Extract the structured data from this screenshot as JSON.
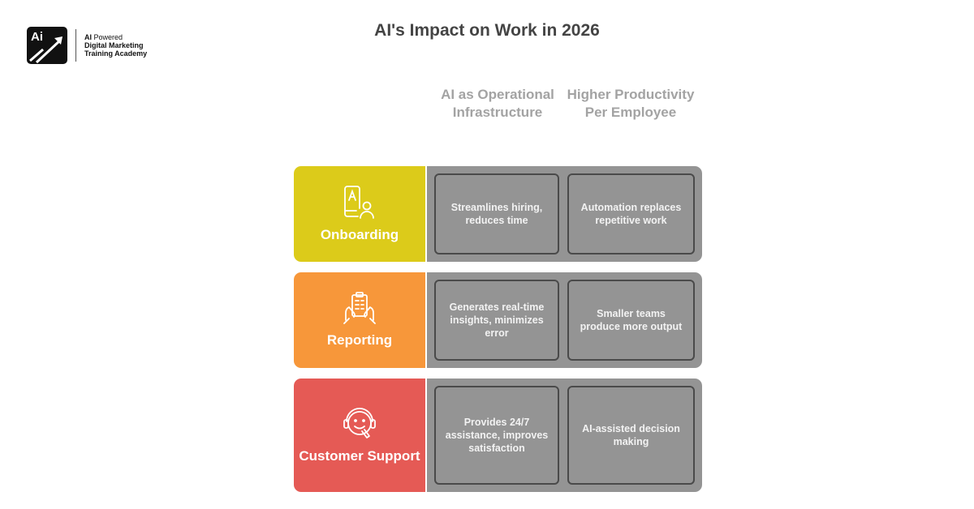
{
  "logo": {
    "mark_text": "Ai",
    "line1_bold": "AI",
    "line1_rest": " Powered",
    "line2": "Digital Marketing",
    "line3": "Training Academy"
  },
  "title": "AI's Impact on Work in 2026",
  "columns": [
    {
      "label": "AI as Operational Infrastructure"
    },
    {
      "label": "Higher Productivity Per Employee"
    }
  ],
  "colors": {
    "onboarding": "#dccb1a",
    "reporting": "#f7973a",
    "customer_support": "#e55a55",
    "panel": "#949494",
    "cell_border": "#4a4a4a"
  },
  "rows": [
    {
      "category": "Onboarding",
      "icon": "document-user-icon",
      "cells": [
        "Streamlines hiring, reduces time",
        "Automation replaces repetitive work"
      ]
    },
    {
      "category": "Reporting",
      "icon": "clipboard-hands-icon",
      "cells": [
        "Generates real-time insights, minimizes error",
        "Smaller teams produce more output"
      ]
    },
    {
      "category": "Customer Support",
      "icon": "headset-agent-icon",
      "cells": [
        "Provides 24/7 assistance, improves satisfaction",
        "AI-assisted decision making"
      ]
    }
  ]
}
